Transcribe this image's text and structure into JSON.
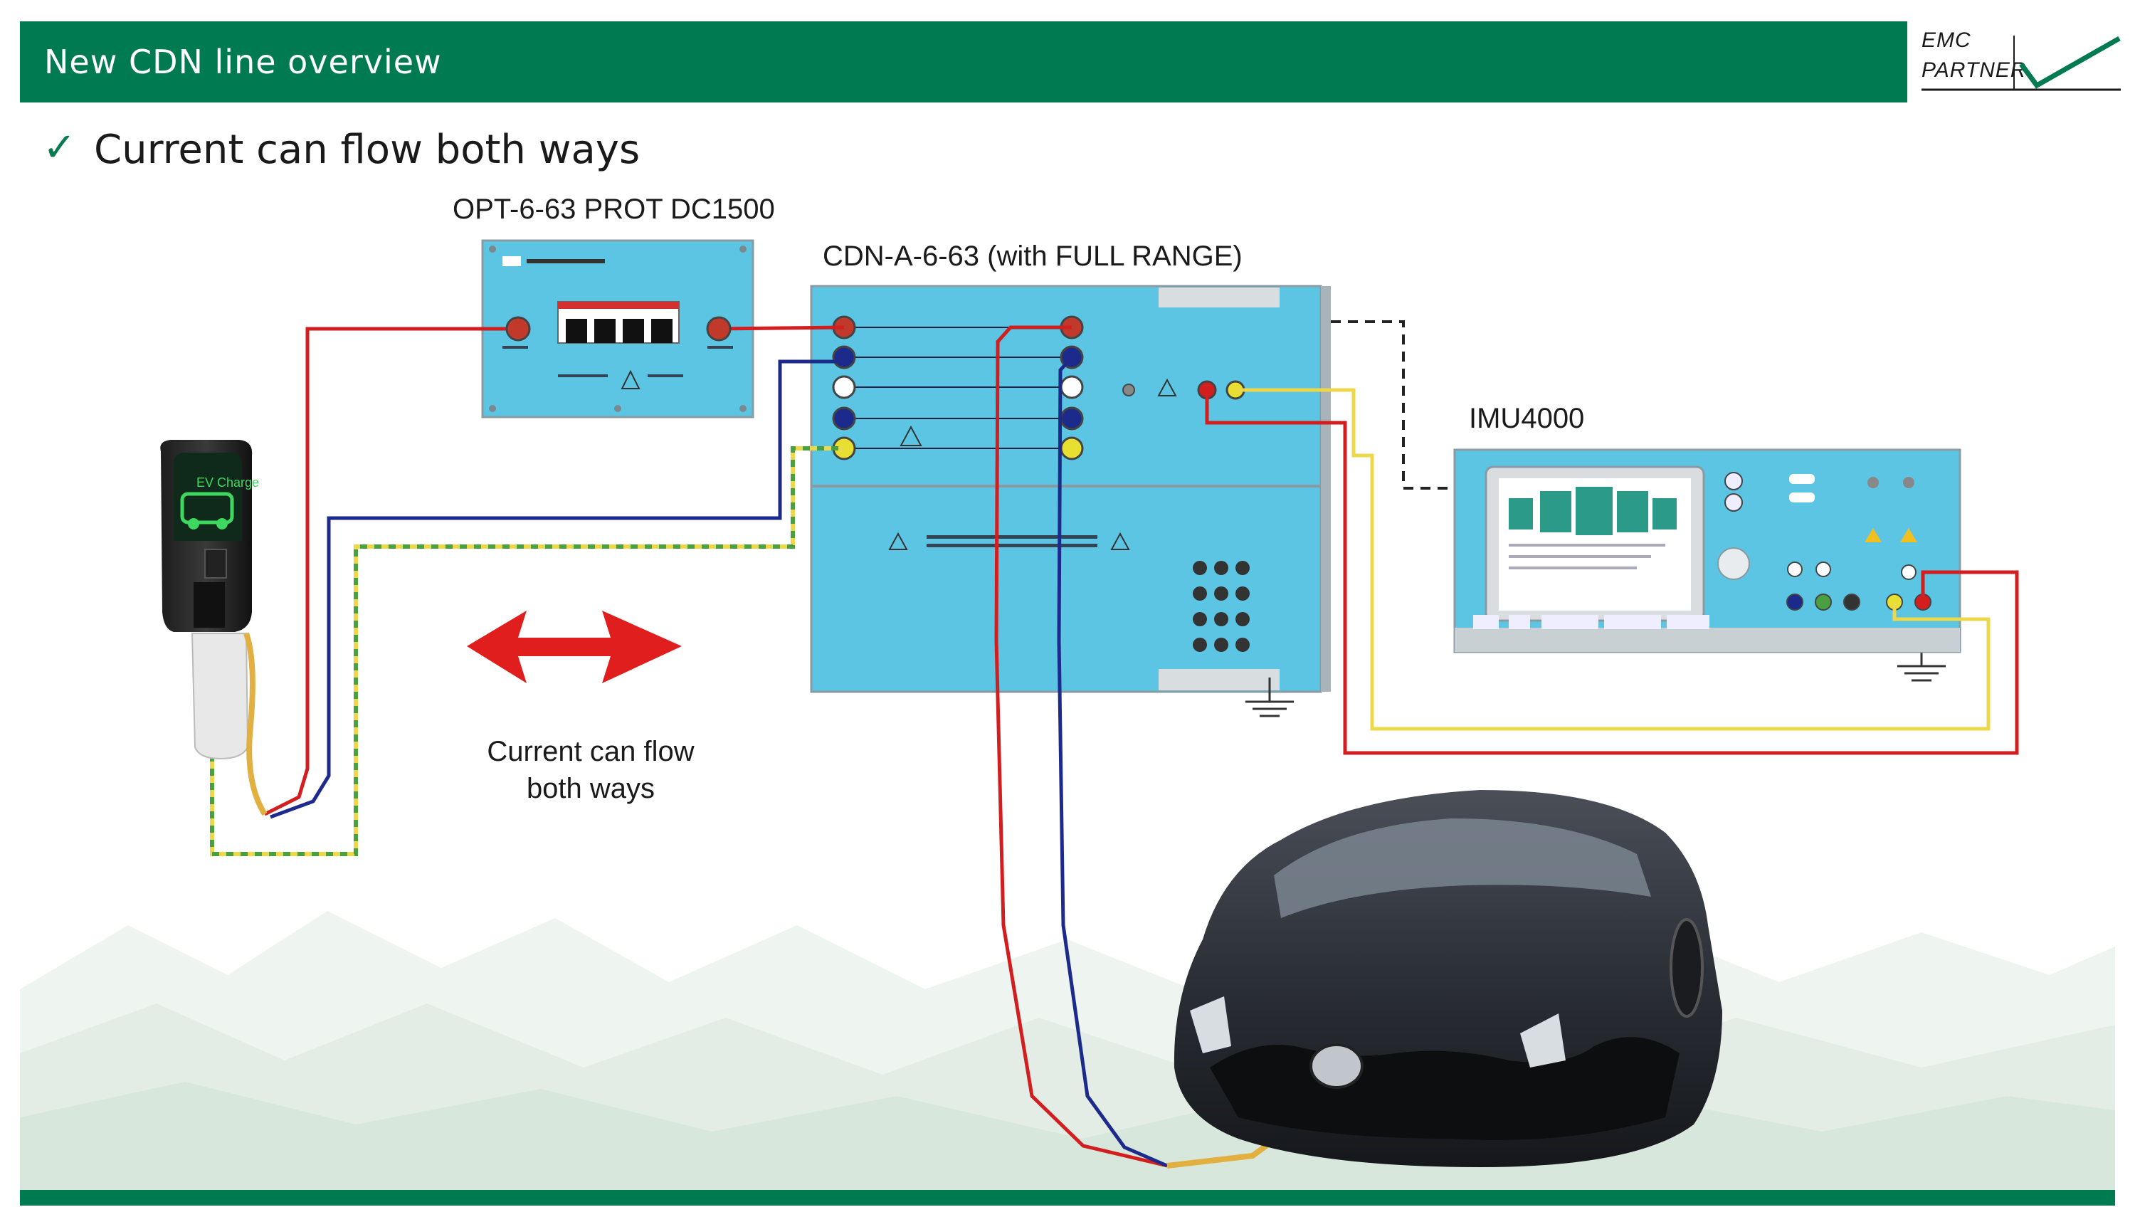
{
  "header": {
    "title": "New CDN line overview"
  },
  "logo": {
    "line1": "EMC",
    "line2": "PARTNER"
  },
  "bullet": {
    "mark": "✓",
    "text": "Current can flow both ways"
  },
  "devices": {
    "prot": {
      "label": "OPT-6-63 PROT DC1500"
    },
    "cdn": {
      "label": "CDN-A-6-63 (with FULL RANGE)"
    },
    "imu": {
      "label": "IMU4000"
    },
    "charger": {
      "screen_text": "EV Charge"
    }
  },
  "flow": {
    "line1": "Current can flow",
    "line2": "both ways"
  },
  "colors": {
    "header_green": "#007a50",
    "panel_blue": "#5bc5e3",
    "wire_red": "#d21e1e",
    "wire_blue": "#1c2a8c",
    "wire_yellow": "#ecd84a",
    "wire_green": "#4aa040",
    "arrow_red": "#e01e1e"
  }
}
